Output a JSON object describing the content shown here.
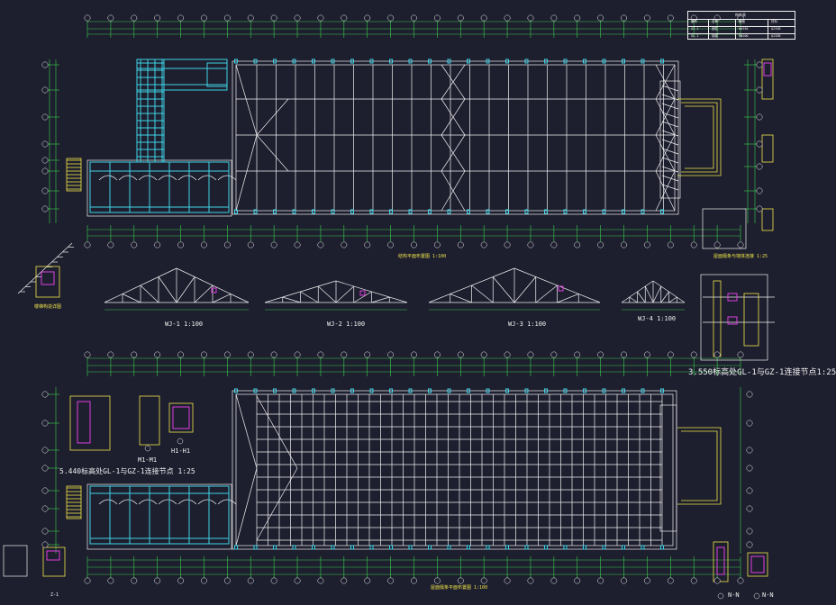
{
  "titles": {
    "upper_plan": "结构平面布置图",
    "upper_plan_scale": "1:100",
    "lower_plan": "屋面檩条平面布置图",
    "lower_plan_scale": "1:100",
    "wj1": "WJ-1",
    "wj2": "WJ-2",
    "wj3": "WJ-3",
    "wj4": "WJ-4",
    "wj_scale": "1:100",
    "joint_right": "3.550标高处GL-1与GZ-1连接节点",
    "joint_left": "5.440标高处GL-1与GZ-1连接节点",
    "joint_scale": "1:25",
    "section_m1": "M1-M1",
    "section_h1": "H1-H1",
    "section_n1": "N-N",
    "section_n2": "N-N",
    "right_detail_title": "屋面檩条与墙体连接",
    "stair_detail": "楼梯构造详图",
    "bottom_left_label": "Z-1"
  },
  "table": {
    "title": "构件表",
    "headers": [
      "编号",
      "名称",
      "截面",
      "材料"
    ],
    "rows": [
      [
        "GZ-1",
        "钢柱",
        "HW150",
        "Q235B"
      ],
      [
        "GL-1",
        "钢梁",
        "HN200",
        "Q235B"
      ]
    ]
  },
  "colors": {
    "background": "#1d1e2e",
    "lines": "#f2f2f2",
    "axis_green": "#39d04a",
    "cyan": "#3fd4e6",
    "yellow": "#f0e64a",
    "magenta": "#e040e0",
    "red": "#e03030"
  },
  "icons": [
    "axis-bubble-icon",
    "section-marker-icon"
  ]
}
